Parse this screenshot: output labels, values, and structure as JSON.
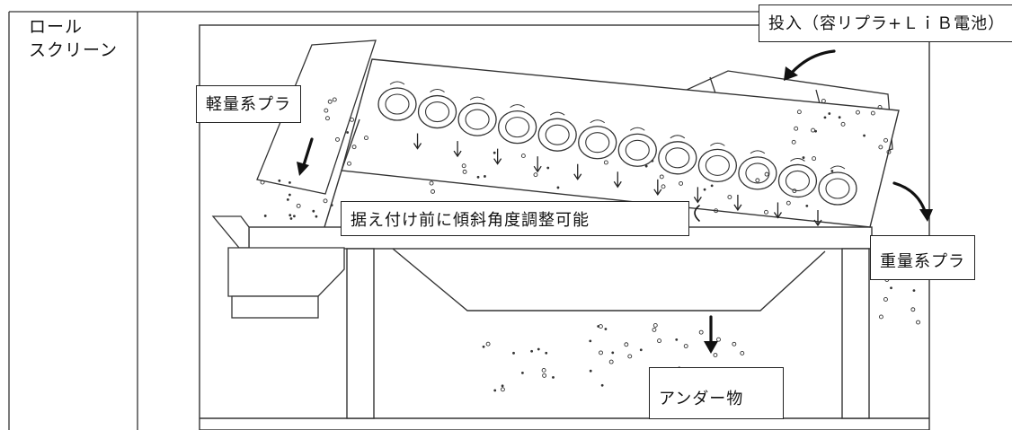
{
  "row_header": {
    "line1": "ロール",
    "line2": "スクリーン"
  },
  "labels": {
    "input": "投入（容リプラ+ＬｉＢ電池）",
    "light_plastic": "軽量系プラ",
    "angle_note": "据え付け前に傾斜角度調整可能",
    "heavy_plastic": "重量系プラ",
    "under_material": "アンダー物"
  }
}
